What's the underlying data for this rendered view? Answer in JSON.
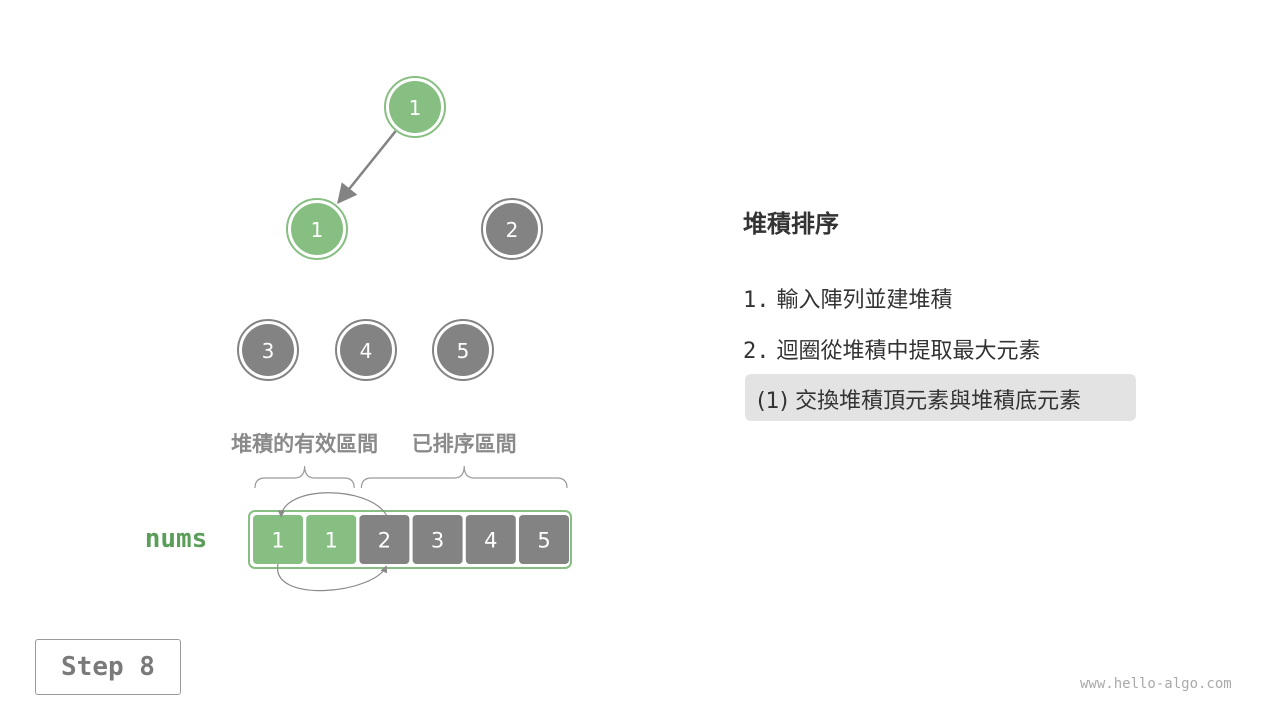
{
  "panel": {
    "title": "堆積排序",
    "steps": [
      {
        "num": "1.",
        "text": "輸入陣列並建堆積"
      },
      {
        "num": "2.",
        "text": "迴圈從堆積中提取最大元素"
      }
    ],
    "substep": "(1) 交換堆積頂元素與堆積底元素"
  },
  "tree": {
    "nodes": [
      {
        "label": "1",
        "state": "active"
      },
      {
        "label": "1",
        "state": "active"
      },
      {
        "label": "2",
        "state": "sorted"
      },
      {
        "label": "3",
        "state": "sorted"
      },
      {
        "label": "4",
        "state": "sorted"
      },
      {
        "label": "5",
        "state": "sorted"
      }
    ],
    "edges": [
      [
        0,
        1
      ]
    ]
  },
  "array": {
    "name": "nums",
    "cells": [
      {
        "label": "1",
        "state": "active"
      },
      {
        "label": "1",
        "state": "active"
      },
      {
        "label": "2",
        "state": "sorted"
      },
      {
        "label": "3",
        "state": "sorted"
      },
      {
        "label": "4",
        "state": "sorted"
      },
      {
        "label": "5",
        "state": "sorted"
      }
    ],
    "regions": [
      {
        "label": "堆積的有效區間",
        "from": 0,
        "to": 1
      },
      {
        "label": "已排序區間",
        "from": 2,
        "to": 5
      }
    ],
    "swap": [
      0,
      2
    ]
  },
  "step": "Step 8",
  "watermark": "www.hello-algo.com",
  "colors": {
    "active": "#87bf82",
    "sorted": "#838383",
    "edge": "#838383",
    "arrayBorder": "#87bf82",
    "bracket": "#9a9a9a"
  }
}
